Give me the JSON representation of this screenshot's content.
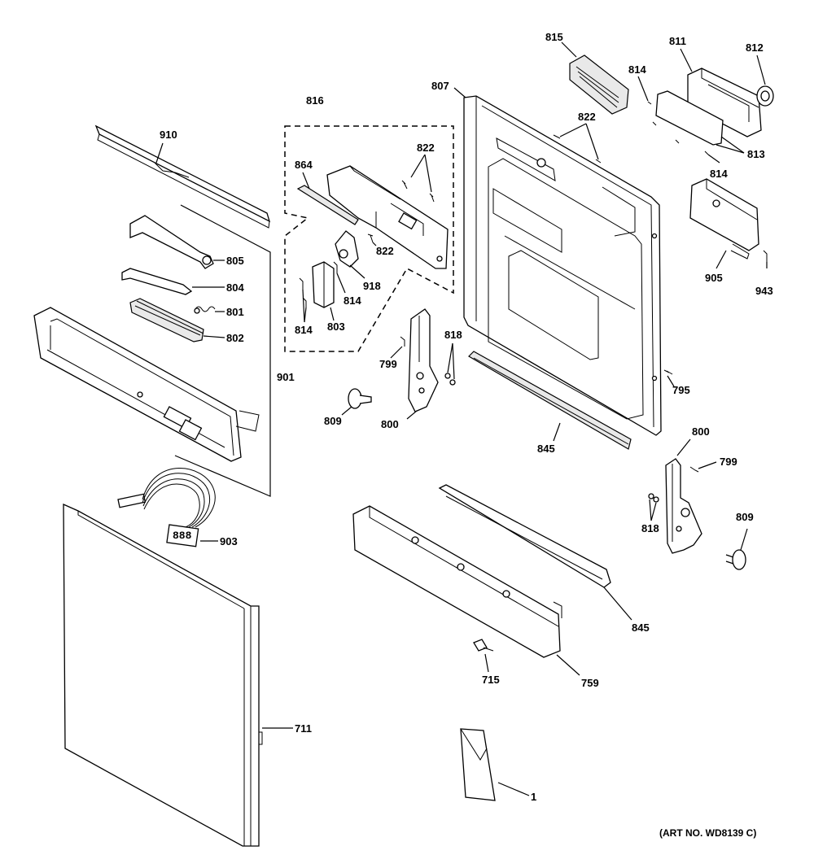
{
  "labels": {
    "l910": "910",
    "l805": "805",
    "l804": "804",
    "l801": "801",
    "l802": "802",
    "l901": "901",
    "l903": "903",
    "l711": "711",
    "l816": "816",
    "l864": "864",
    "l822a": "822",
    "l822b": "822",
    "l918": "918",
    "l814a": "814",
    "l814b": "814",
    "l803": "803",
    "l807": "807",
    "l822c": "822",
    "l815": "815",
    "l811": "811",
    "l812": "812",
    "l814c": "814",
    "l813": "813",
    "l814d": "814",
    "l905": "905",
    "l943": "943",
    "l795": "795",
    "l799a": "799",
    "l818a": "818",
    "l809a": "809",
    "l800a": "800",
    "l845a": "845",
    "l800b": "800",
    "l799b": "799",
    "l818b": "818",
    "l809b": "809",
    "l845b": "845",
    "l715": "715",
    "l759": "759",
    "l1": "1"
  },
  "art_number": "(ART NO. WD8139 C)"
}
